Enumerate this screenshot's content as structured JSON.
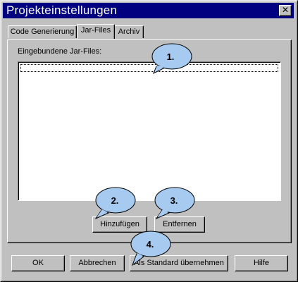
{
  "window": {
    "title": "Projekteinstellungen",
    "close_symbol": "✕"
  },
  "tabs": [
    {
      "label": "Code Generierung"
    },
    {
      "label": "Jar-Files",
      "active": true
    },
    {
      "label": "Archiv"
    }
  ],
  "panel": {
    "list_label": "Eingebundene Jar-Files:",
    "add_label": "Hinzufügen",
    "remove_label": "Entfernen"
  },
  "footer": {
    "ok_label": "OK",
    "cancel_label": "Abbrechen",
    "default_label": "Als Standard übernehmen",
    "help_label": "Hilfe"
  },
  "callouts": {
    "one": "1.",
    "two": "2.",
    "three": "3.",
    "four": "4."
  },
  "colors": {
    "titlebar": "#000080",
    "dialog_face": "#c0c0c0",
    "callout_fill": "#a6caf0"
  }
}
